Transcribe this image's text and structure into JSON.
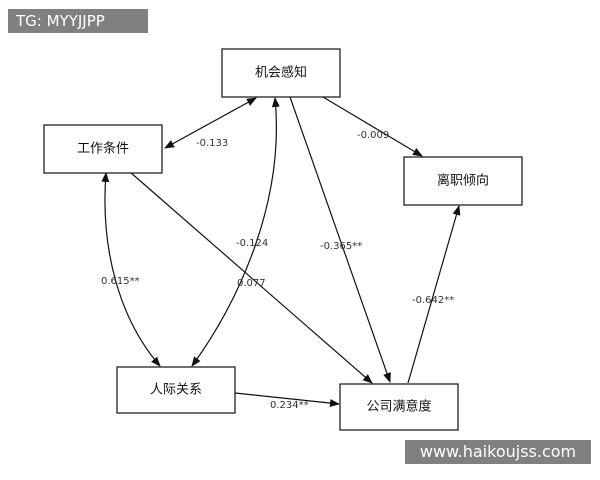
{
  "watermarks": {
    "top_left": "TG: MYYJJPP",
    "bottom_right": "www.haikoujss.com"
  },
  "nodes": {
    "opportunity": "机会感知",
    "work_conditions": "工作条件",
    "turnover": "离职倾向",
    "relationships": "人际关系",
    "satisfaction": "公司满意度"
  },
  "edges": {
    "work_opportunity": "-0.133",
    "opportunity_turnover": "-0.009",
    "opportunity_relationships": "-0.124",
    "opportunity_satisfaction": "-0.365**",
    "work_relationships": "0.615**",
    "work_satisfaction": "0.077",
    "satisfaction_turnover": "-0.642**",
    "relationships_satisfaction": "0.234**"
  }
}
